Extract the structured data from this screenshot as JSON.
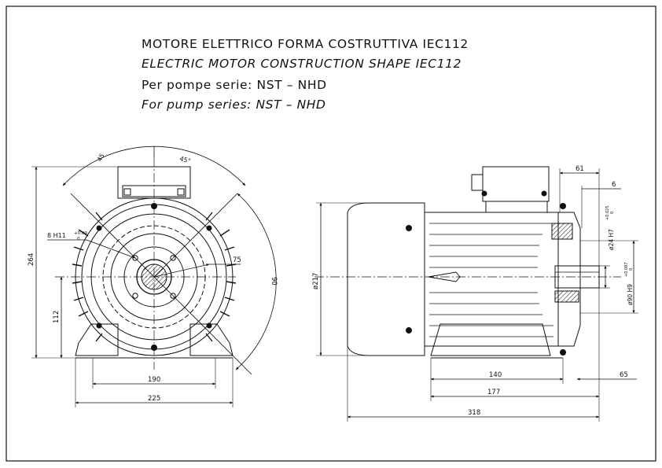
{
  "title": {
    "line1": "MOTORE ELETTRICO FORMA COSTRUTTIVA IEC112",
    "line2": "ELECTRIC MOTOR CONSTRUCTION SHAPE IEC112",
    "line3": "Per pompe serie: NST – NHD",
    "line4": "For pump series: NST – NHD"
  },
  "front_view": {
    "angle_left": "45",
    "angle_right": "45°",
    "hole_tol_label": "8 H11",
    "hole_tol_upper": "+0.09",
    "hole_tol_lower": "0",
    "dim_height": "264",
    "dim_shaft_height": "112",
    "dim_radius": "75",
    "dim_sweep": "90",
    "dim_feet_holes": "190",
    "dim_base_width": "225"
  },
  "side_view": {
    "dim_diameter": "ø217",
    "dim_shaft_length": "61",
    "dim_key": "6",
    "dim_shaft_dia": "ø24 H7",
    "dim_shaft_tol_upper": "+0.025",
    "dim_shaft_tol_lower": "0",
    "dim_flange_dia": "ø90 H9",
    "dim_flange_tol_upper": "+0.087",
    "dim_flange_tol_lower": "0",
    "dim_140": "140",
    "dim_65": "65",
    "dim_177": "177",
    "dim_318": "318"
  }
}
